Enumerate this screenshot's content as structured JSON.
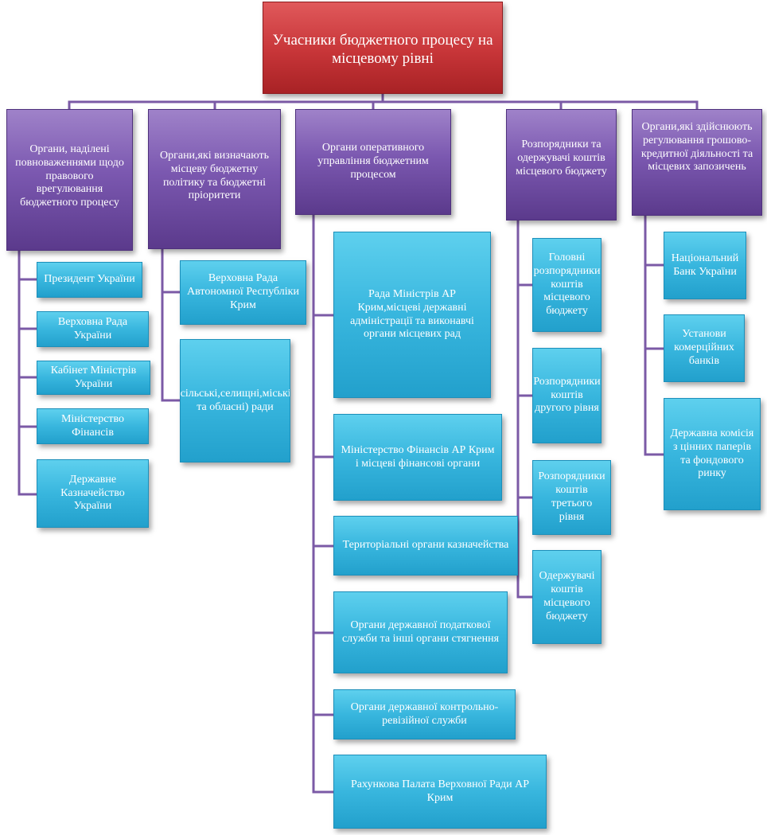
{
  "root": {
    "title": "Учасники бюджетного процесу на місцевому рівні"
  },
  "categories": [
    {
      "label": "Органи, наділені повноваженнями щодо правового врегулювання бюджетного процесу",
      "children": [
        "Президент України",
        "Верховна Рада України",
        "Кабінет Міністрів України",
        "Міністерство Фінансів",
        "Державне Казначейство України"
      ]
    },
    {
      "label": "Органи,які визначають місцеву бюджетну політику та бюджетні пріоритети",
      "children": [
        "Верховна Рада Автономної Республіки Крим",
        "Місцеві(сільські,селищні,міські,районні та обласні) ради"
      ]
    },
    {
      "label": "Органи оперативного управління бюджетним процесом",
      "children": [
        "Рада Міністрів АР Крим,місцеві державні адміністрації та виконавчі органи місцевих рад",
        "Міністерство Фінансів АР Крим і місцеві фінансові органи",
        "Територіальні органи казначейства",
        "Органи державної податкової служби та інші органи стягнення",
        "Органи державної контрольно-ревізійної служби",
        "Рахункова Палата Верховної Ради АР Крим"
      ]
    },
    {
      "label": "Розпорядники та одержувачі коштів місцевого бюджету",
      "children": [
        "Головні розпорядники коштів місцевого бюджету",
        "Розпорядники коштів другого рівня",
        "Розпорядники коштів третього рівня",
        "Одержувачі коштів місцевого бюджету"
      ]
    },
    {
      "label": "Органи,які здійснюють регулювання грошово-кредитної діяльності та місцевих запозичень",
      "children": [
        "Національний Банк України",
        "Установи комерційних банків",
        "Державна комісія з цінних паперів та фондового ринку"
      ]
    }
  ],
  "colors": {
    "root_fill": "#c73538",
    "category_fill": "#7b58b0",
    "leaf_fill": "#38b6de",
    "connector": "#7b5aa6"
  }
}
